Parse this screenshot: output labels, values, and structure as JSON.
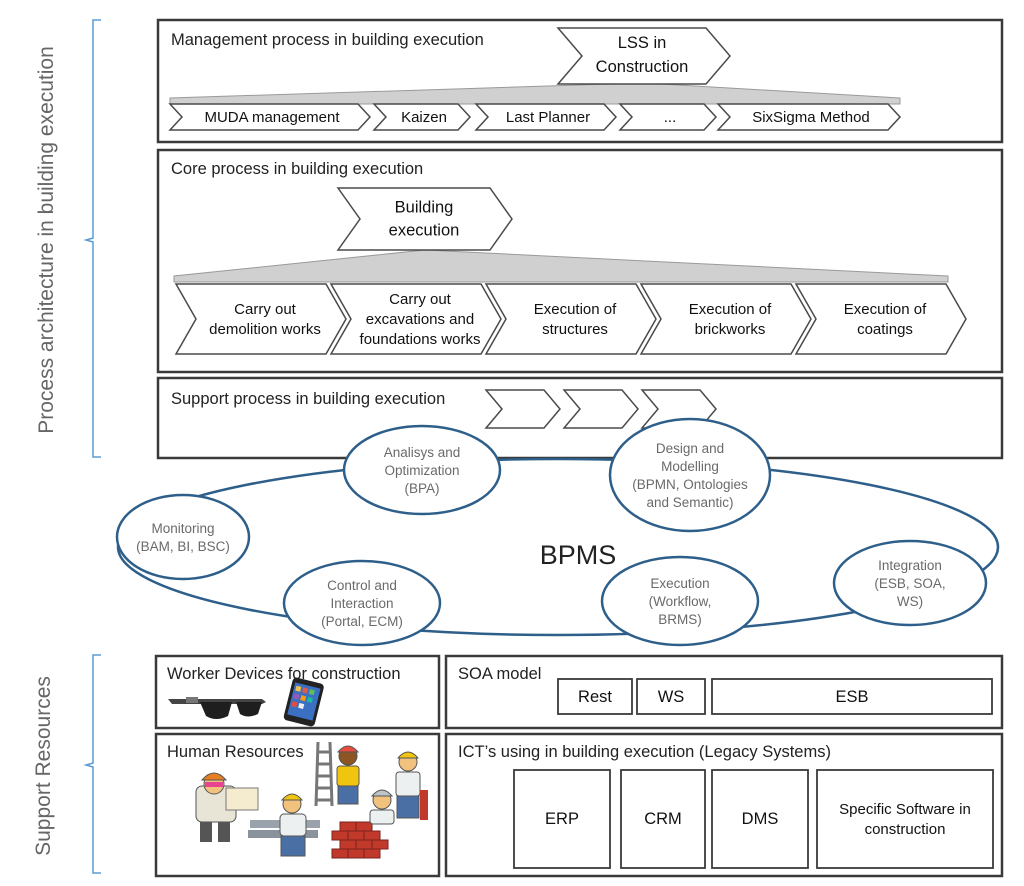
{
  "side_labels": {
    "process_architecture": "Process architecture in building execution",
    "support_resources": "Support Resources"
  },
  "management": {
    "title": "Management process in building execution",
    "head": [
      "LSS in",
      "Construction"
    ],
    "items": [
      "MUDA management",
      "Kaizen",
      "Last Planner",
      "...",
      "SixSigma Method"
    ]
  },
  "core": {
    "title": "Core process in building execution",
    "head": [
      "Building",
      "execution"
    ],
    "items": [
      [
        "Carry out",
        "demolition works"
      ],
      [
        "Carry out",
        "excavations and",
        "foundations works"
      ],
      [
        "Execution of",
        "structures"
      ],
      [
        "Execution of",
        "brickworks"
      ],
      [
        "Execution of",
        "coatings"
      ]
    ]
  },
  "support": {
    "title": "Support process in building execution"
  },
  "bpms": {
    "label": "BPMS",
    "nodes": [
      {
        "key": "monitoring",
        "lines": [
          "Monitoring",
          "(BAM, BI, BSC)"
        ]
      },
      {
        "key": "analysis",
        "lines": [
          "Analisys and",
          "Optimization",
          "(BPA)"
        ]
      },
      {
        "key": "design",
        "lines": [
          "Design and",
          "Modelling",
          "(BPMN, Ontologies",
          "and Semantic)"
        ]
      },
      {
        "key": "integration",
        "lines": [
          "Integration",
          "(ESB, SOA,",
          "WS)"
        ]
      },
      {
        "key": "execution",
        "lines": [
          "Execution",
          "(Workflow,",
          "BRMS)"
        ]
      },
      {
        "key": "control",
        "lines": [
          "Control and",
          "Interaction",
          "(Portal, ECM)"
        ]
      }
    ]
  },
  "resources": {
    "worker_devices": "Worker Devices for construction",
    "soa_model": "SOA model",
    "soa_items": [
      "Rest",
      "WS",
      "ESB"
    ],
    "human_resources": "Human Resources",
    "icts": "ICT’s using in building execution (Legacy Systems)",
    "ict_items": [
      [
        "ERP"
      ],
      [
        "CRM"
      ],
      [
        "DMS"
      ],
      [
        "Specific Software in",
        "construction"
      ]
    ]
  },
  "icons": [
    "smart-glasses-icon",
    "smartphone-icon",
    "construction-workers-illustration"
  ],
  "colors": {
    "bracket": "#5b9bd5",
    "ellipse_stroke": "#2e5f8a",
    "ellipse_text": "#6a6a6a",
    "fan": "#d0d0d0"
  }
}
